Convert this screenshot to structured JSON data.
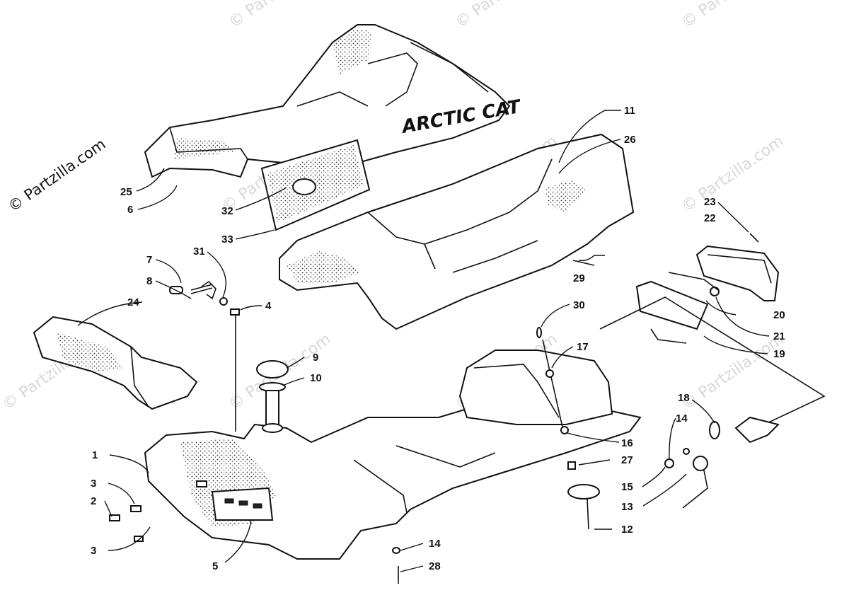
{
  "watermark": {
    "text": "© Partzilla.com"
  },
  "brand_text": "ARCTIC CAT",
  "callouts": [
    "1",
    "2",
    "3",
    "3",
    "4",
    "5",
    "6",
    "7",
    "8",
    "9",
    "10",
    "11",
    "12",
    "13",
    "14",
    "14",
    "15",
    "16",
    "17",
    "18",
    "19",
    "20",
    "21",
    "22",
    "23",
    "24",
    "25",
    "26",
    "27",
    "28",
    "29",
    "30",
    "31",
    "32",
    "33"
  ],
  "colors": {
    "line": "#111111",
    "background": "#ffffff",
    "watermark": "#d8d8d8"
  }
}
